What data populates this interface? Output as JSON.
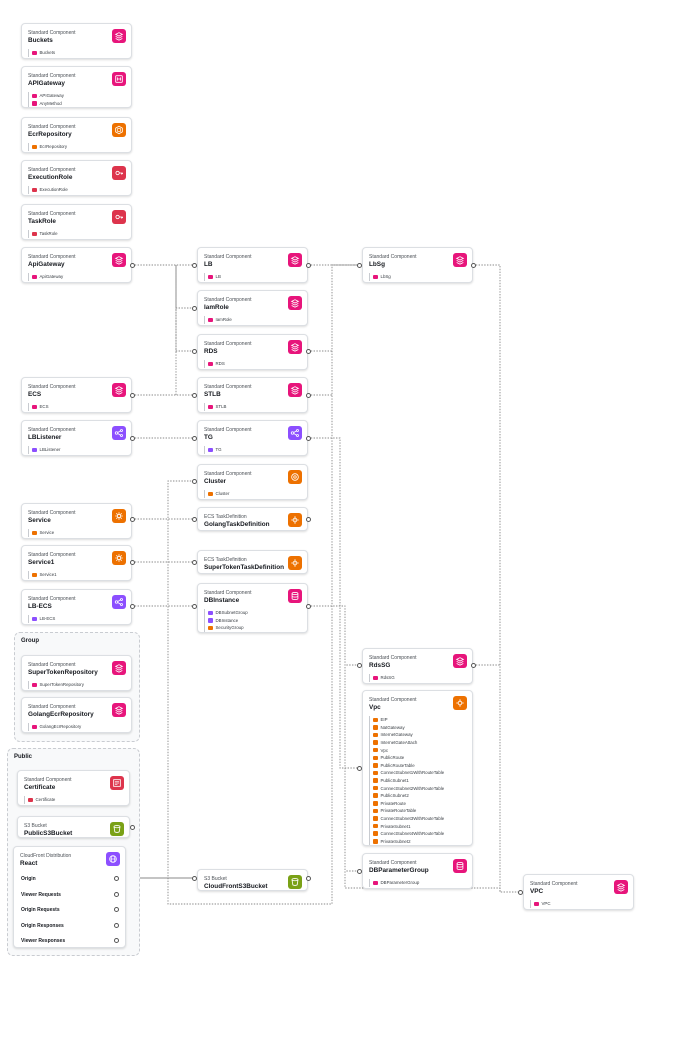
{
  "colors": {
    "pink": "#e7157b",
    "orange": "#ed7100",
    "red": "#dd344c",
    "purple": "#8c4fff",
    "green": "#7aa116",
    "edge": "#888888"
  },
  "groups": [
    {
      "id": "group",
      "title": "Group"
    },
    {
      "id": "public",
      "title": "Public"
    }
  ],
  "nodes": [
    {
      "id": "buckets",
      "kind": "Standard Component",
      "title": "Buckets",
      "icon": "stack-icon",
      "color": "pink",
      "items": [
        {
          "label": "Buckets",
          "color": "pink"
        }
      ]
    },
    {
      "id": "apigateway1",
      "kind": "Standard Component",
      "title": "APIGateway",
      "icon": "api-gateway-icon",
      "color": "pink",
      "items": [
        {
          "label": "APIGateway",
          "color": "pink"
        },
        {
          "label": "AnyMethod",
          "color": "pink"
        }
      ]
    },
    {
      "id": "ecrrepository",
      "kind": "Standard Component",
      "title": "EcrRepository",
      "icon": "container-registry-icon",
      "color": "orange",
      "items": [
        {
          "label": "EcrRepository",
          "color": "orange"
        }
      ]
    },
    {
      "id": "executionrole",
      "kind": "Standard Component",
      "title": "ExecutionRole",
      "icon": "key-icon",
      "color": "red",
      "items": [
        {
          "label": "ExecutionRole",
          "color": "red"
        }
      ]
    },
    {
      "id": "taskrole",
      "kind": "Standard Component",
      "title": "TaskRole",
      "icon": "key-icon",
      "color": "red",
      "items": [
        {
          "label": "TaskRole",
          "color": "red"
        }
      ]
    },
    {
      "id": "apigateway2",
      "kind": "Standard Component",
      "title": "ApiGateway",
      "icon": "stack-icon",
      "color": "pink",
      "items": [
        {
          "label": "ApiGateway",
          "color": "pink"
        }
      ]
    },
    {
      "id": "ecs",
      "kind": "Standard Component",
      "title": "ECS",
      "icon": "stack-icon",
      "color": "pink",
      "items": [
        {
          "label": "ECS",
          "color": "pink"
        }
      ]
    },
    {
      "id": "lblistener",
      "kind": "Standard Component",
      "title": "LBListener",
      "icon": "load-balancer-icon",
      "color": "purple",
      "items": [
        {
          "label": "LBListener",
          "color": "purple"
        }
      ]
    },
    {
      "id": "service",
      "kind": "Standard Component",
      "title": "Service",
      "icon": "gear-icon",
      "color": "orange",
      "items": [
        {
          "label": "Service",
          "color": "orange"
        }
      ]
    },
    {
      "id": "service1",
      "kind": "Standard Component",
      "title": "Service1",
      "icon": "gear-icon",
      "color": "orange",
      "items": [
        {
          "label": "Service1",
          "color": "orange"
        }
      ]
    },
    {
      "id": "lbecs",
      "kind": "Standard Component",
      "title": "LB-ECS",
      "icon": "load-balancer-icon",
      "color": "purple",
      "items": [
        {
          "label": "LB-ECS",
          "color": "purple"
        }
      ]
    },
    {
      "id": "supertokenrepository",
      "kind": "Standard Component",
      "title": "SuperTokenRepository",
      "icon": "stack-icon",
      "color": "pink",
      "items": [
        {
          "label": "SuperTokenRepository",
          "color": "pink"
        }
      ]
    },
    {
      "id": "golangecrrepository",
      "kind": "Standard Component",
      "title": "GolangEcrRepository",
      "icon": "stack-icon",
      "color": "pink",
      "items": [
        {
          "label": "GolangEcrRepository",
          "color": "pink"
        }
      ]
    },
    {
      "id": "certificate",
      "kind": "Standard Component",
      "title": "Certificate",
      "icon": "certificate-icon",
      "color": "red",
      "items": [
        {
          "label": "Certificate",
          "color": "red"
        }
      ]
    },
    {
      "id": "publics3bucket",
      "kind": "S3 Bucket",
      "title": "PublicS3Bucket",
      "icon": "bucket-icon",
      "color": "green",
      "items": []
    },
    {
      "id": "react",
      "kind": "CloudFront Distribution",
      "title": "React",
      "icon": "cloudfront-icon",
      "color": "purple",
      "items": []
    },
    {
      "id": "lb",
      "kind": "Standard Component",
      "title": "LB",
      "icon": "stack-icon",
      "color": "pink",
      "items": [
        {
          "label": "LB",
          "color": "pink"
        }
      ]
    },
    {
      "id": "iamrole",
      "kind": "Standard Component",
      "title": "IamRole",
      "icon": "stack-icon",
      "color": "pink",
      "items": [
        {
          "label": "IamRole",
          "color": "pink"
        }
      ]
    },
    {
      "id": "rds",
      "kind": "Standard Component",
      "title": "RDS",
      "icon": "stack-icon",
      "color": "pink",
      "items": [
        {
          "label": "RDS",
          "color": "pink"
        }
      ]
    },
    {
      "id": "stlb",
      "kind": "Standard Component",
      "title": "STLB",
      "icon": "stack-icon",
      "color": "pink",
      "items": [
        {
          "label": "STLB",
          "color": "pink"
        }
      ]
    },
    {
      "id": "tg",
      "kind": "Standard Component",
      "title": "TG",
      "icon": "load-balancer-icon",
      "color": "purple",
      "items": [
        {
          "label": "TG",
          "color": "purple"
        }
      ]
    },
    {
      "id": "cluster",
      "kind": "Standard Component",
      "title": "Cluster",
      "icon": "cluster-icon",
      "color": "orange",
      "items": [
        {
          "label": "Cluster",
          "color": "orange"
        }
      ]
    },
    {
      "id": "golangtaskdefinition",
      "kind": "ECS TaskDefinition",
      "title": "GolangTaskDefinition",
      "icon": "task-definition-icon",
      "color": "orange",
      "items": []
    },
    {
      "id": "supertokentaskdefinition",
      "kind": "ECS TaskDefinition",
      "title": "SuperTokenTaskDefinition",
      "icon": "task-definition-icon",
      "color": "orange",
      "items": []
    },
    {
      "id": "dbinstance",
      "kind": "Standard Component",
      "title": "DBInstance",
      "icon": "database-icon",
      "color": "pink",
      "items": [
        {
          "label": "DBSubnetGroup",
          "color": "purple"
        },
        {
          "label": "DBInstance",
          "color": "purple"
        },
        {
          "label": "SecurityGroup",
          "color": "orange"
        }
      ]
    },
    {
      "id": "cloudfronts3bucket",
      "kind": "S3 Bucket",
      "title": "CloudFrontS3Bucket",
      "icon": "bucket-icon",
      "color": "green",
      "items": []
    },
    {
      "id": "lbsg",
      "kind": "Standard Component",
      "title": "LbSg",
      "icon": "stack-icon",
      "color": "pink",
      "items": [
        {
          "label": "LbSg",
          "color": "pink"
        }
      ]
    },
    {
      "id": "rdssg",
      "kind": "Standard Component",
      "title": "RdsSG",
      "icon": "stack-icon",
      "color": "pink",
      "items": [
        {
          "label": "RdsSG",
          "color": "pink"
        }
      ]
    },
    {
      "id": "vpc",
      "kind": "Standard Component",
      "title": "Vpc",
      "icon": "vpc-icon",
      "color": "orange",
      "items": [
        {
          "label": "EIP",
          "color": "orange"
        },
        {
          "label": "NatGateway",
          "color": "orange"
        },
        {
          "label": "InternetGateway",
          "color": "orange"
        },
        {
          "label": "InternetGateAttach",
          "color": "orange"
        },
        {
          "label": "Vpc",
          "color": "orange"
        },
        {
          "label": "PublicRoute",
          "color": "orange"
        },
        {
          "label": "PublicRouteTable",
          "color": "orange"
        },
        {
          "label": "ConnectSubnet1WithRouteTable",
          "color": "orange"
        },
        {
          "label": "PublicSubnet1",
          "color": "orange"
        },
        {
          "label": "ConnectSubnet2WithRouteTable",
          "color": "orange"
        },
        {
          "label": "PublicSubnet2",
          "color": "orange"
        },
        {
          "label": "PrivateRoute",
          "color": "orange"
        },
        {
          "label": "PrivateRouteTable",
          "color": "orange"
        },
        {
          "label": "ConnectSubnet3WithRouteTable",
          "color": "orange"
        },
        {
          "label": "PrivateSubnet1",
          "color": "orange"
        },
        {
          "label": "ConnectSubnet4WithRouteTable",
          "color": "orange"
        },
        {
          "label": "PrivateSubnet2",
          "color": "orange"
        }
      ]
    },
    {
      "id": "dbparametergroup",
      "kind": "Standard Component",
      "title": "DBParameterGroup",
      "icon": "database-icon",
      "color": "pink",
      "items": [
        {
          "label": "DBParameterGroup",
          "color": "pink"
        }
      ]
    },
    {
      "id": "vpc2",
      "kind": "Standard Component",
      "title": "VPC",
      "icon": "stack-icon",
      "color": "pink",
      "items": [
        {
          "label": "VPC",
          "color": "pink"
        }
      ]
    }
  ],
  "cloudfront_rows": [
    "Origin",
    "Viewer Requests",
    "Origin Requests",
    "Origin Responses",
    "Viewer Responses"
  ]
}
